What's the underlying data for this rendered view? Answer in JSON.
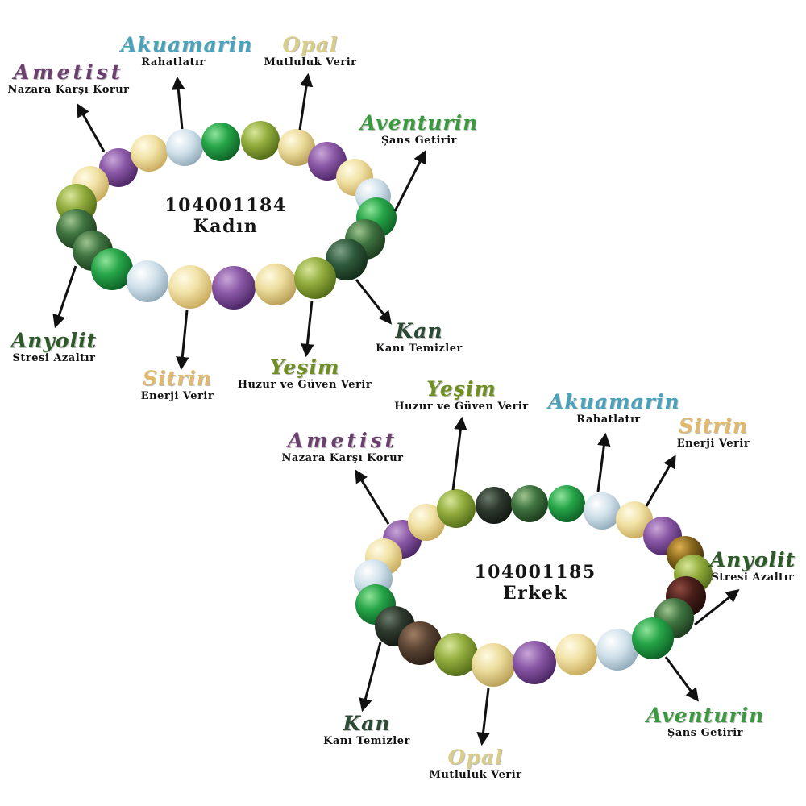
{
  "colors": {
    "ametist": "#6b3f6e",
    "akuamarin": "#4aa3bb",
    "opal": "#d9cd8a",
    "aventurin": "#3b9a3f",
    "anyolit": "#2e5a2a",
    "sitrin": "#e2b96a",
    "yesim": "#6f8f22",
    "kan": "#2c4a35"
  },
  "bracelet_women": {
    "code": "104001184",
    "gender": "Kadın",
    "labels": {
      "ametist": {
        "name": "Ametist",
        "meaning": "Nazara Karşı Korur"
      },
      "akuamarin": {
        "name": "Akuamarin",
        "meaning": "Rahatlatır"
      },
      "opal": {
        "name": "Opal",
        "meaning": "Mutluluk Verir"
      },
      "aventurin": {
        "name": "Aventurin",
        "meaning": "Şans Getirir"
      },
      "anyolit": {
        "name": "Anyolit",
        "meaning": "Stresi Azaltır"
      },
      "sitrin": {
        "name": "Sitrin",
        "meaning": "Enerji Verir"
      },
      "yesim": {
        "name": "Yeşim",
        "meaning": "Huzur ve Güven Verir"
      },
      "kan": {
        "name": "Kan",
        "meaning": "Kanı Temizler"
      }
    }
  },
  "bracelet_men": {
    "code": "104001185",
    "gender": "Erkek",
    "labels": {
      "ametist": {
        "name": "Ametist",
        "meaning": "Nazara Karşı Korur"
      },
      "yesim": {
        "name": "Yeşim",
        "meaning": "Huzur ve Güven Verir"
      },
      "akuamarin": {
        "name": "Akuamarin",
        "meaning": "Rahatlatır"
      },
      "sitrin": {
        "name": "Sitrin",
        "meaning": "Enerji Verir"
      },
      "anyolit": {
        "name": "Anyolit",
        "meaning": "Stresi Azaltır"
      },
      "kan": {
        "name": "Kan",
        "meaning": "Kanı Temizler"
      },
      "aventurin": {
        "name": "Aventurin",
        "meaning": "Şans Getirir"
      },
      "opal": {
        "name": "Opal",
        "meaning": "Mutluluk Verir"
      }
    }
  }
}
